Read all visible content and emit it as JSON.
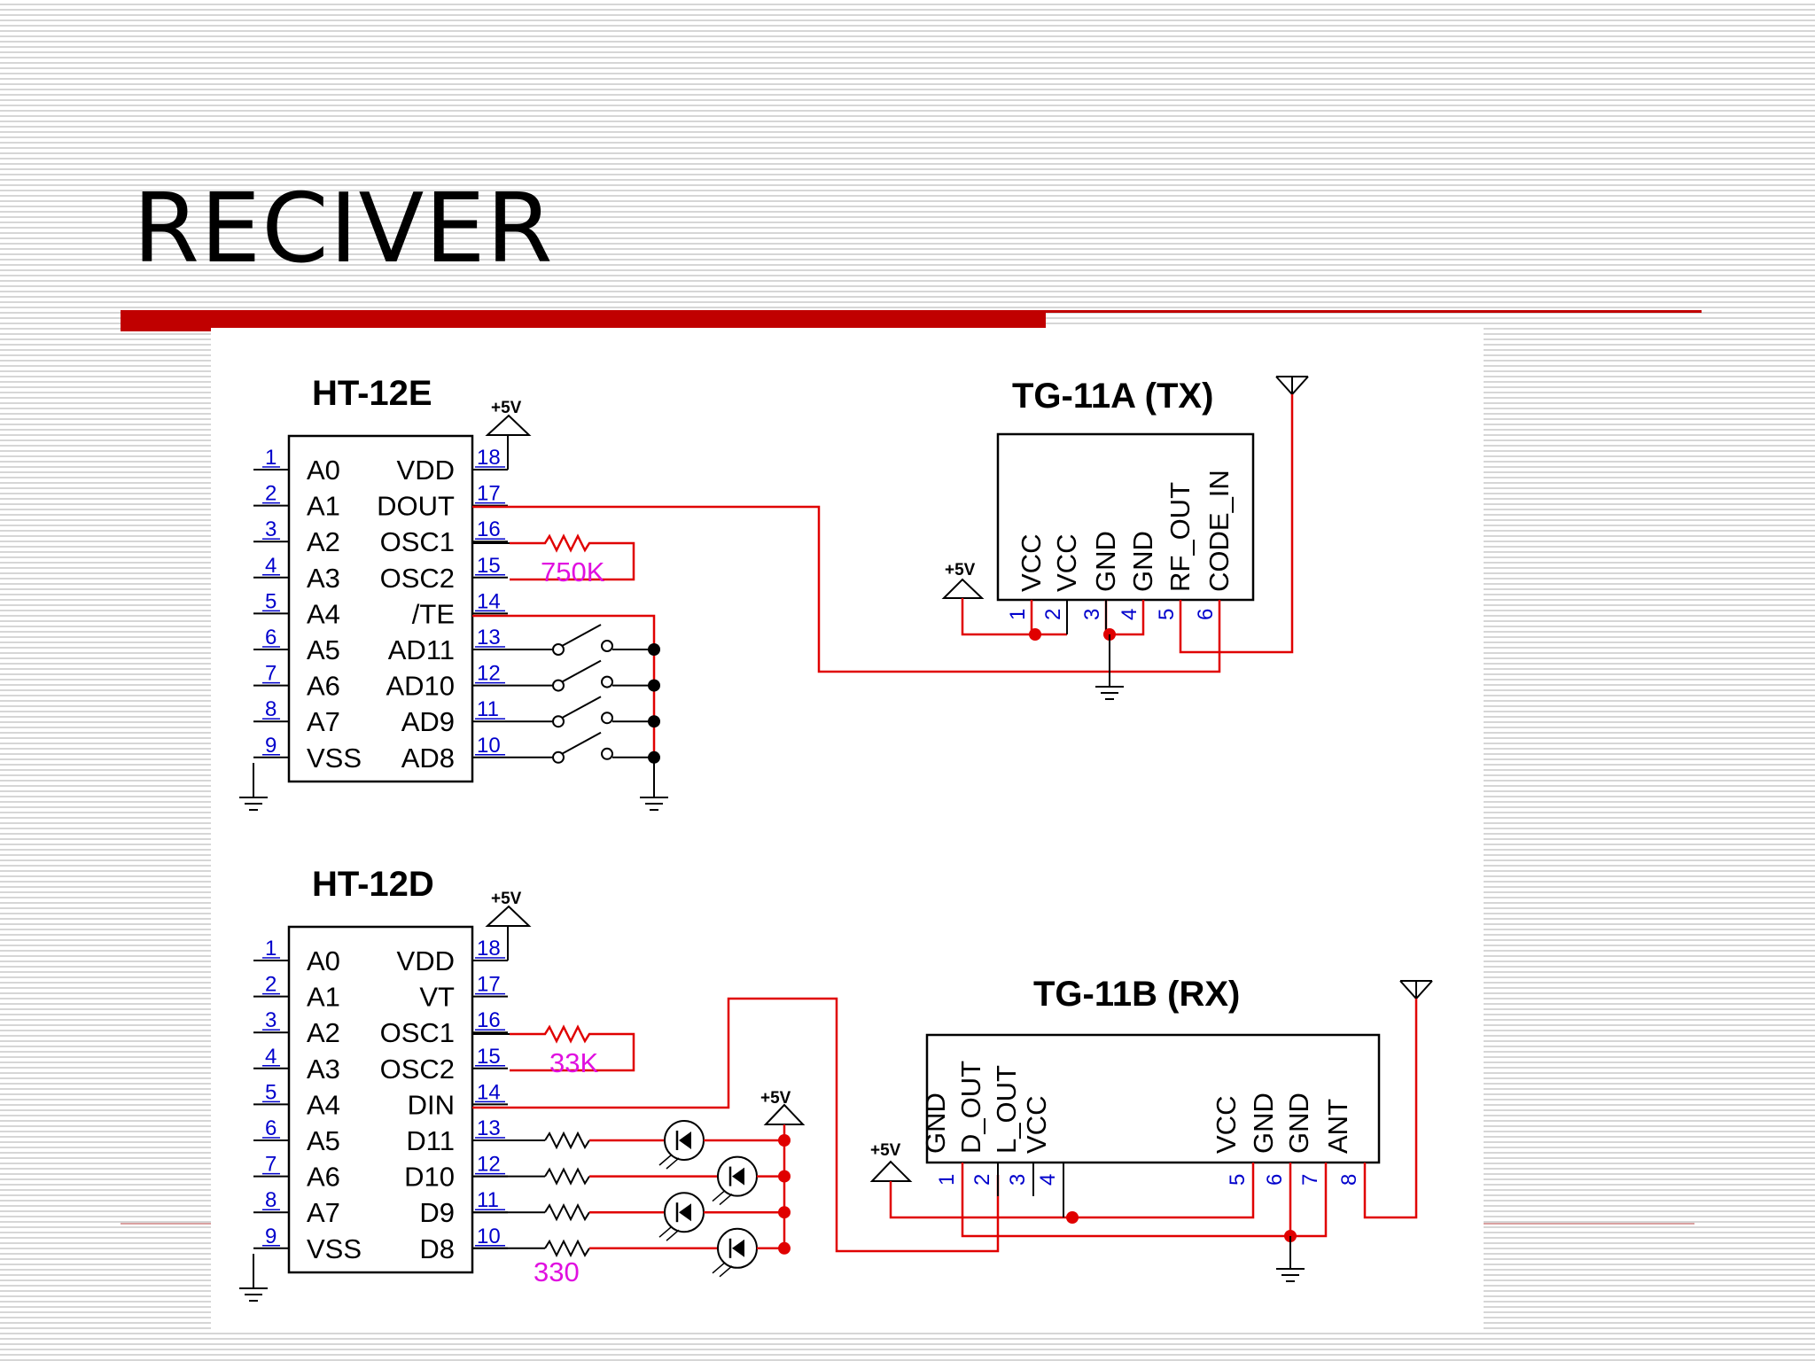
{
  "slide": {
    "title": "RECIVER"
  },
  "colors": {
    "accent_red": "#c00000",
    "wire": "#e00000",
    "pin_number": "#0000cc",
    "component_value": "#e010e0"
  },
  "ht12e": {
    "name": "HT-12E",
    "supply": "+5V",
    "left_pins": [
      {
        "num": "1",
        "label": "A0"
      },
      {
        "num": "2",
        "label": "A1"
      },
      {
        "num": "3",
        "label": "A2"
      },
      {
        "num": "4",
        "label": "A3"
      },
      {
        "num": "5",
        "label": "A4"
      },
      {
        "num": "6",
        "label": "A5"
      },
      {
        "num": "7",
        "label": "A6"
      },
      {
        "num": "8",
        "label": "A7"
      },
      {
        "num": "9",
        "label": "VSS"
      }
    ],
    "right_pins": [
      {
        "num": "18",
        "label": "VDD"
      },
      {
        "num": "17",
        "label": "DOUT"
      },
      {
        "num": "16",
        "label": "OSC1"
      },
      {
        "num": "15",
        "label": "OSC2"
      },
      {
        "num": "14",
        "label": "/TE"
      },
      {
        "num": "13",
        "label": "AD11"
      },
      {
        "num": "12",
        "label": "AD10"
      },
      {
        "num": "11",
        "label": "AD9"
      },
      {
        "num": "10",
        "label": "AD8"
      }
    ],
    "osc_resistor": "750K"
  },
  "tg11a": {
    "name": "TG-11A (TX)",
    "supply": "+5V",
    "pins": [
      {
        "num": "1",
        "label": "VCC"
      },
      {
        "num": "2",
        "label": "VCC"
      },
      {
        "num": "3",
        "label": "GND"
      },
      {
        "num": "4",
        "label": "GND"
      },
      {
        "num": "5",
        "label": "RF_OUT"
      },
      {
        "num": "6",
        "label": "CODE_IN"
      }
    ]
  },
  "ht12d": {
    "name": "HT-12D",
    "supply": "+5V",
    "led_supply": "+5V",
    "left_pins": [
      {
        "num": "1",
        "label": "A0"
      },
      {
        "num": "2",
        "label": "A1"
      },
      {
        "num": "3",
        "label": "A2"
      },
      {
        "num": "4",
        "label": "A3"
      },
      {
        "num": "5",
        "label": "A4"
      },
      {
        "num": "6",
        "label": "A5"
      },
      {
        "num": "7",
        "label": "A6"
      },
      {
        "num": "8",
        "label": "A7"
      },
      {
        "num": "9",
        "label": "VSS"
      }
    ],
    "right_pins": [
      {
        "num": "18",
        "label": "VDD"
      },
      {
        "num": "17",
        "label": "VT"
      },
      {
        "num": "16",
        "label": "OSC1"
      },
      {
        "num": "15",
        "label": "OSC2"
      },
      {
        "num": "14",
        "label": "DIN"
      },
      {
        "num": "13",
        "label": "D11"
      },
      {
        "num": "12",
        "label": "D10"
      },
      {
        "num": "11",
        "label": "D9"
      },
      {
        "num": "10",
        "label": "D8"
      }
    ],
    "osc_resistor": "33K",
    "led_resistor": "330"
  },
  "tg11b": {
    "name": "TG-11B (RX)",
    "supply": "+5V",
    "left_pins": [
      {
        "num": "1",
        "label": "GND"
      },
      {
        "num": "2",
        "label": "D_OUT"
      },
      {
        "num": "3",
        "label": "L_OUT"
      },
      {
        "num": "4",
        "label": "VCC"
      }
    ],
    "right_pins": [
      {
        "num": "5",
        "label": "VCC"
      },
      {
        "num": "6",
        "label": "GND"
      },
      {
        "num": "7",
        "label": "GND"
      },
      {
        "num": "8",
        "label": "ANT"
      }
    ]
  }
}
